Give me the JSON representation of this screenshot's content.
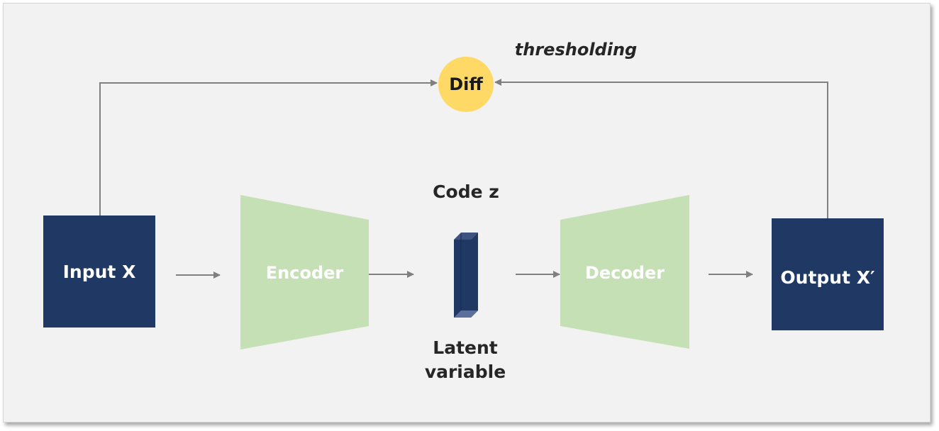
{
  "nodes": {
    "input": {
      "label": "Input X",
      "color": "#1f3864"
    },
    "encoder": {
      "label": "Encoder",
      "color": "#c5e0b4"
    },
    "code": {
      "title": "Code z",
      "caption_line1": "Latent",
      "caption_line2": "variable",
      "color": "#1f3864"
    },
    "decoder": {
      "label": "Decoder",
      "color": "#c5e0b4"
    },
    "output": {
      "label": "Output X′",
      "color": "#1f3864"
    },
    "diff": {
      "label": "Diff",
      "color": "#ffd966"
    }
  },
  "annotation": {
    "label": "thresholding"
  },
  "edges": [
    {
      "from": "input",
      "to": "encoder"
    },
    {
      "from": "encoder",
      "to": "code"
    },
    {
      "from": "code",
      "to": "decoder"
    },
    {
      "from": "decoder",
      "to": "output"
    },
    {
      "from": "input",
      "to": "diff"
    },
    {
      "from": "output",
      "to": "diff"
    }
  ],
  "colors": {
    "arrow": "#808080",
    "background": "#f2f2f2",
    "text_dark": "#262626"
  }
}
